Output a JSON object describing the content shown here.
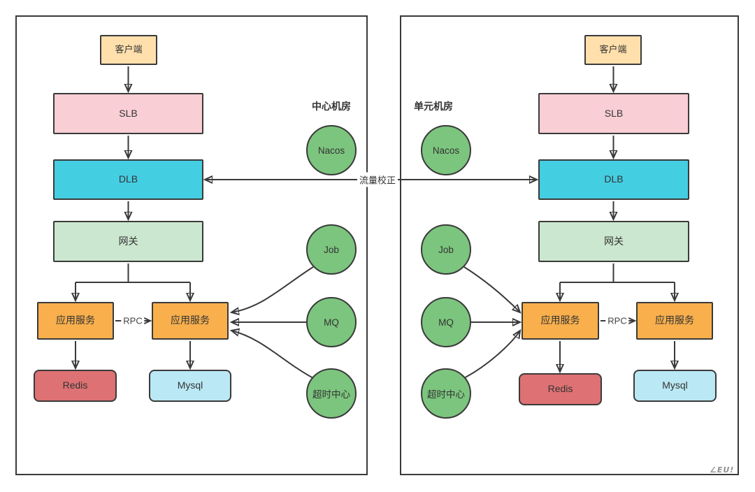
{
  "shared": {
    "traffic_correction_label": "流量校正",
    "watermark": "∠EU!"
  },
  "palette": {
    "client": "#ffe0ac",
    "slb": "#f9ced5",
    "dlb": "#44cee2",
    "gateway": "#cce7cf",
    "app_service": "#f8af4c",
    "redis": "#de7173",
    "mysql": "#bae8f5",
    "registry_circle": "#7cc57e",
    "line": "#3a3a3a"
  },
  "center_room": {
    "region_label": "中心机房",
    "client": "客户端",
    "slb": "SLB",
    "dlb": "DLB",
    "gateway": "网关",
    "app_service_left": "应用服务",
    "app_service_right": "应用服务",
    "redis": "Redis",
    "mysql": "Mysql",
    "nacos": "Nacos",
    "job": "Job",
    "mq": "MQ",
    "timeout_center": "超时中心",
    "rpc_label": "RPC"
  },
  "unit_room": {
    "region_label": "单元机房",
    "client": "客户端",
    "slb": "SLB",
    "dlb": "DLB",
    "gateway": "网关",
    "app_service_left": "应用服务",
    "app_service_right": "应用服务",
    "redis": "Redis",
    "mysql": "Mysql",
    "nacos": "Nacos",
    "job": "Job",
    "mq": "MQ",
    "timeout_center": "超时中心",
    "rpc_label": "RPC"
  }
}
